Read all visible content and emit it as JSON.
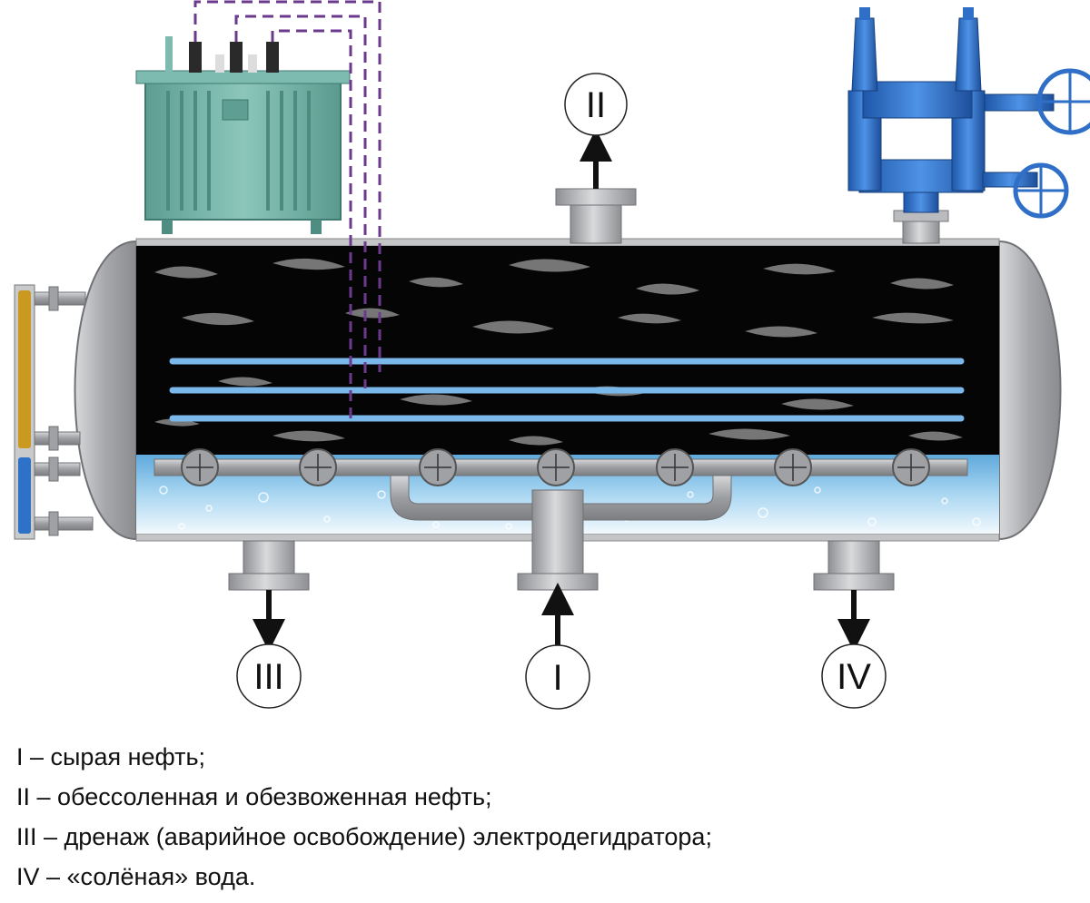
{
  "streams": {
    "I": "I",
    "II": "II",
    "III": "III",
    "IV": "IV"
  },
  "legend": [
    "I – сырая нефть;",
    "II – обессоленная и обезвоженная нефть;",
    "III – дренаж (аварийное освобождение) электродегидратора;",
    "IV – «солёная» вода."
  ],
  "colors": {
    "oil": "#050505",
    "water": "#8ec9ec",
    "electrode": "#7ab8ec",
    "vessel": "#a8aaad",
    "transformer": "#6dada1",
    "valve": "#2f6fc7",
    "wiring": "#6b3a8c",
    "gauge_oil": "#c99a1f",
    "gauge_water": "#2e72c8"
  }
}
